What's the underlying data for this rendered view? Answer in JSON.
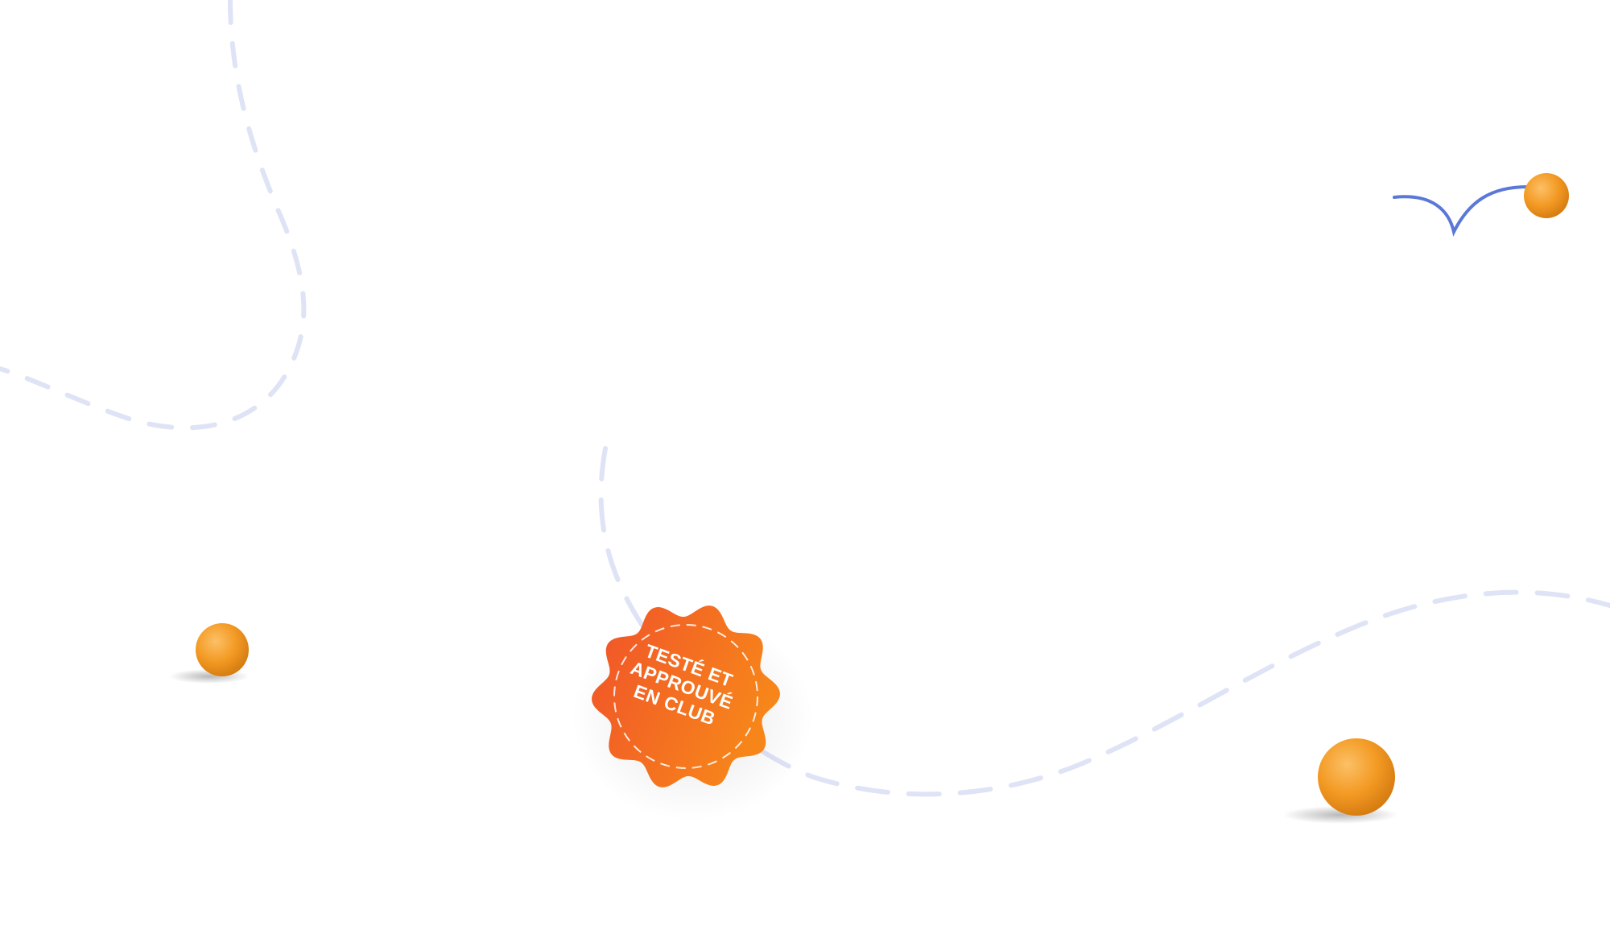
{
  "badge": {
    "lines": [
      "TESTÉ ET",
      "APPROUVÉ",
      "EN CLUB"
    ],
    "color_start": "#f0522a",
    "color_end": "#f7851a"
  },
  "colors": {
    "dash_path": "#dfe3f6",
    "bird": "#4f6fd6",
    "ball_light": "#fbb85a",
    "ball_dark": "#d97e12"
  }
}
